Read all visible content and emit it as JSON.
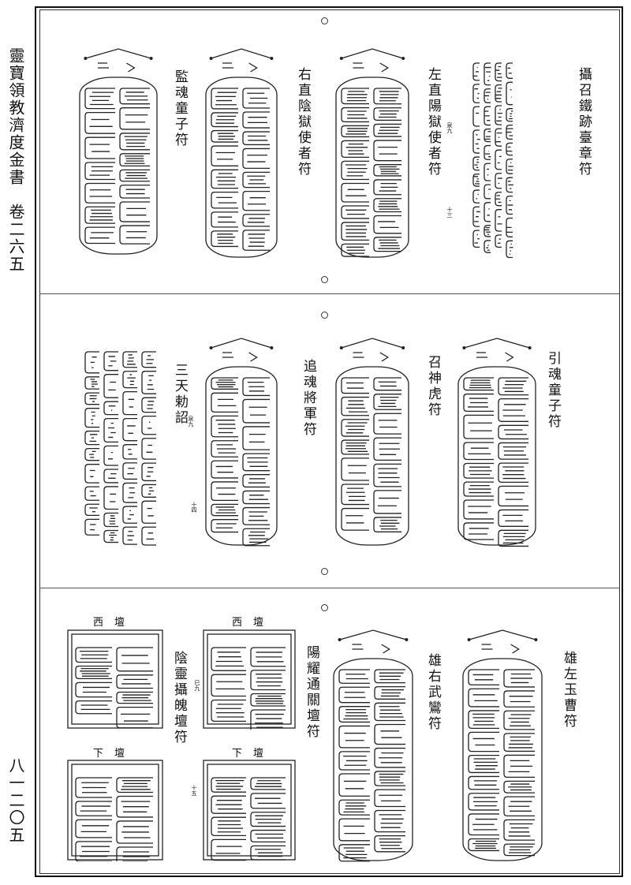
{
  "margin": {
    "book_title": "靈寶領教濟度金書",
    "volume": "卷二六五",
    "page_number": "八一二〇五"
  },
  "panels": [
    {
      "labels": [
        "攝召鐵跡臺章符",
        "左直陽獄使者符",
        "右直陰獄使者符",
        "監魂童子符"
      ],
      "notes": [
        "泉九",
        "十三"
      ]
    },
    {
      "labels": [
        "引魂童子符",
        "召神虎符",
        "追魂將軍符",
        "三天勅詔"
      ],
      "notes": [
        "泉九",
        "十四"
      ]
    },
    {
      "labels": [
        "雄左玉曹符",
        "雄右武鸞符",
        "陽耀通關壇符",
        "陰靈攝魄壇符"
      ],
      "altar_headers": [
        "西壇",
        "下壇",
        "西壇",
        "下壇"
      ],
      "notes": [
        "巳九",
        "十五"
      ]
    }
  ]
}
